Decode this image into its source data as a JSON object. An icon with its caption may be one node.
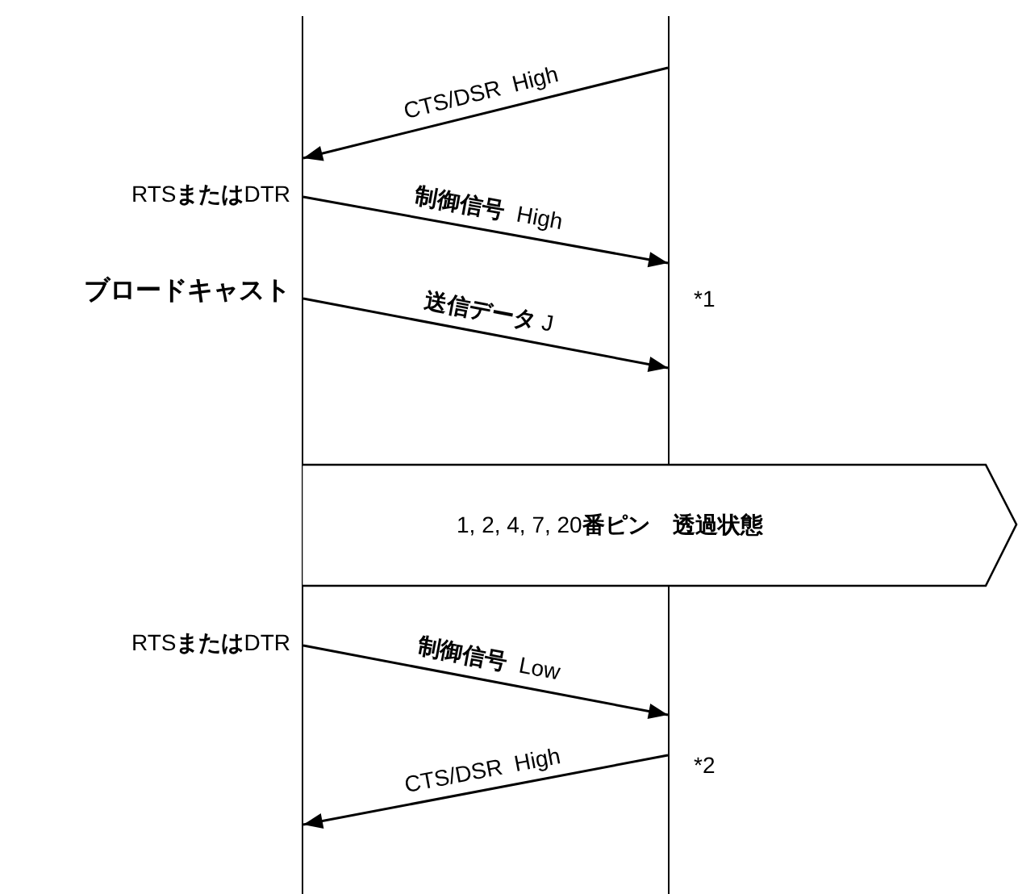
{
  "diagram": {
    "nodes": [
      {
        "text": [],
        "shape": "line"
      },
      {
        "text": [],
        "shape": "line"
      },
      {
        "text": [
          "1, 2, 4, 7, 20**番ピン　透過状態**"
        ]
      }
    ],
    "edges": [
      {
        "from": 1,
        "to": 0,
        "arrow": "to",
        "label": "CTS/DSR  High"
      },
      {
        "from": 0,
        "to": 1,
        "arrow": "to",
        "label": "**制御信号**  High"
      },
      {
        "from": 0,
        "to": 1,
        "arrow": "to",
        "label": "**送信データ** J"
      },
      {
        "from": 0,
        "to": 1,
        "arrow": "to",
        "label": "**制御信号**  Low"
      },
      {
        "from": 1,
        "to": 0,
        "arrow": "to",
        "label": "CTS/DSR  High"
      }
    ],
    "labels": [
      "RTS**または**DTR",
      "**ブロードキャスト**",
      "*1",
      "RTS**または**DTR",
      "*2"
    ]
  }
}
